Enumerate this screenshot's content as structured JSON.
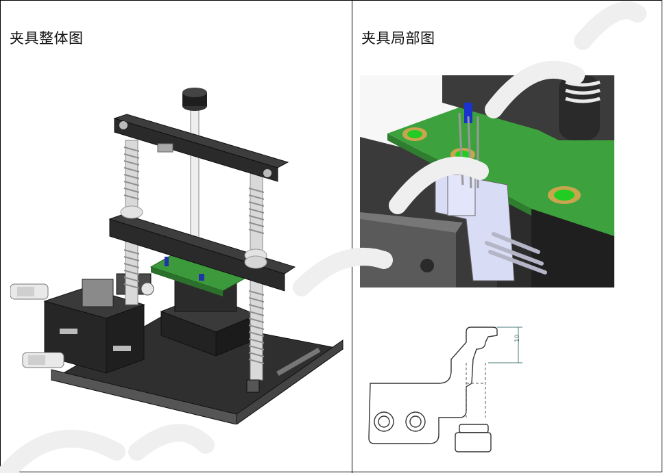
{
  "left_panel": {
    "caption": "夹具整体图"
  },
  "right_panel": {
    "caption": "夹具局部图",
    "dimension_label": "10"
  }
}
